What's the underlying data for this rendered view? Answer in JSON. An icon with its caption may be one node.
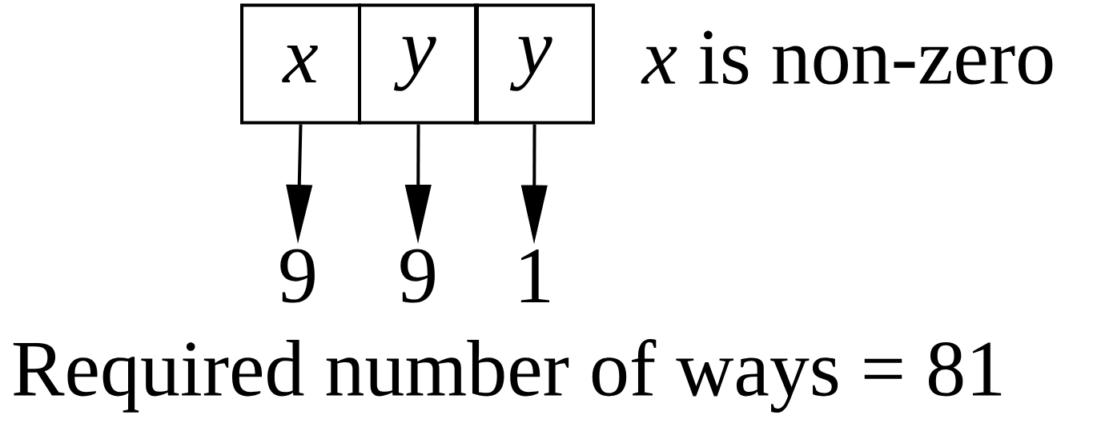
{
  "diagram": {
    "nodes": [
      {
        "text": [
          "x"
        ]
      },
      {
        "text": [
          "y"
        ]
      },
      {
        "text": [
          "y"
        ]
      },
      {
        "text": [
          "9"
        ]
      },
      {
        "text": [
          "9"
        ]
      },
      {
        "text": [
          "1"
        ]
      }
    ],
    "edges": [
      {
        "from": 0,
        "to": 3,
        "arrow": "to"
      },
      {
        "from": 1,
        "to": 4,
        "arrow": "to"
      },
      {
        "from": 2,
        "to": 5,
        "arrow": "to"
      }
    ],
    "labels": [
      "*x* is non-zero",
      "Required number of ways = 81"
    ]
  }
}
